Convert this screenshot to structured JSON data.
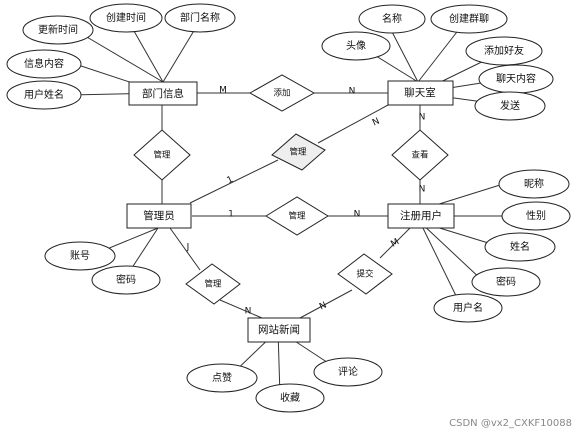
{
  "entities": {
    "dept_info": "部门信息",
    "chat_room": "聊天室",
    "admin": "管理员",
    "reg_user": "注册用户",
    "site_news": "网站新闻"
  },
  "attributes": {
    "update_time": "更新时间",
    "create_time": "创建时间",
    "dept_name": "部门名称",
    "info_content": "信息内容",
    "user_name": "用户姓名",
    "cr_name": "名称",
    "create_group": "创建群聊",
    "avatar": "头像",
    "add_friend": "添加好友",
    "chat_content": "聊天内容",
    "send": "发送",
    "nickname": "昵称",
    "gender": "性别",
    "full_name": "姓名",
    "ru_password": "密码",
    "username": "用户名",
    "account": "账号",
    "ad_password": "密码",
    "like": "点赞",
    "favorite": "收藏",
    "comment": "评论"
  },
  "relationships": {
    "add": "添加",
    "manage_dept": "管理",
    "manage_chat": "管理",
    "view": "查看",
    "manage_user": "管理",
    "manage_news": "管理",
    "submit": "提交"
  },
  "cardinalities": {
    "add_dept": "M",
    "add_chat": "N",
    "mc_admin": "1",
    "mc_chat": "N",
    "view_chat": "N",
    "view_user": "N",
    "mu_admin": "1",
    "mu_user": "N",
    "mn_admin": "J",
    "mn_news": "N",
    "sub_user": "M",
    "sub_news": "N"
  },
  "watermark": "CSDN @vx2_CXKF10088"
}
